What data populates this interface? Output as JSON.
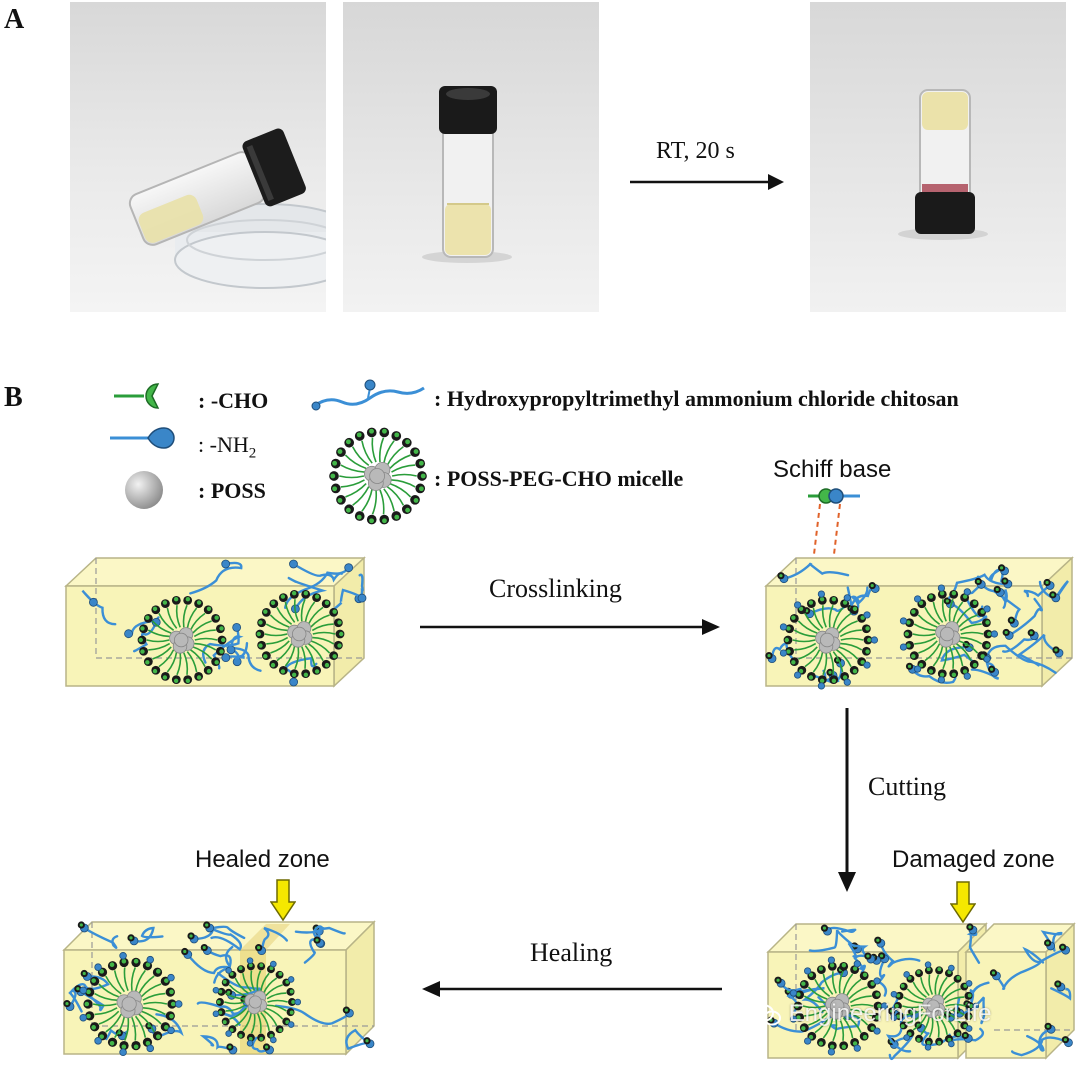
{
  "panel_a": {
    "letter": "A",
    "arrow_label": "RT, 20 s"
  },
  "panel_b": {
    "letter": "B",
    "legend": {
      "cho": ": -CHO",
      "nh2_prefix": ": -NH",
      "nh2_sub": "2",
      "poss": ": POSS",
      "chitosan": ": Hydroxypropyltrimethyl ammonium chloride chitosan",
      "micelle": ": POSS-PEG-CHO micelle"
    },
    "schiff_base": "Schiff base",
    "crosslinking": "Crosslinking",
    "cutting": "Cutting",
    "healing": "Healing",
    "healed_zone": "Healed zone",
    "damaged_zone": "Damaged zone"
  },
  "watermark": "EngineeringForLife",
  "colors": {
    "gel": "#f8f4b8",
    "chitosan": "#3b8fd6",
    "peg": "#2a9d3a",
    "cho": "#43b649",
    "amine": "#3a86c8",
    "poss": "#b9b9b9",
    "arrow": "#111111",
    "zone_arrow": "#f5e800",
    "schiff_dash": "#e0622a"
  }
}
